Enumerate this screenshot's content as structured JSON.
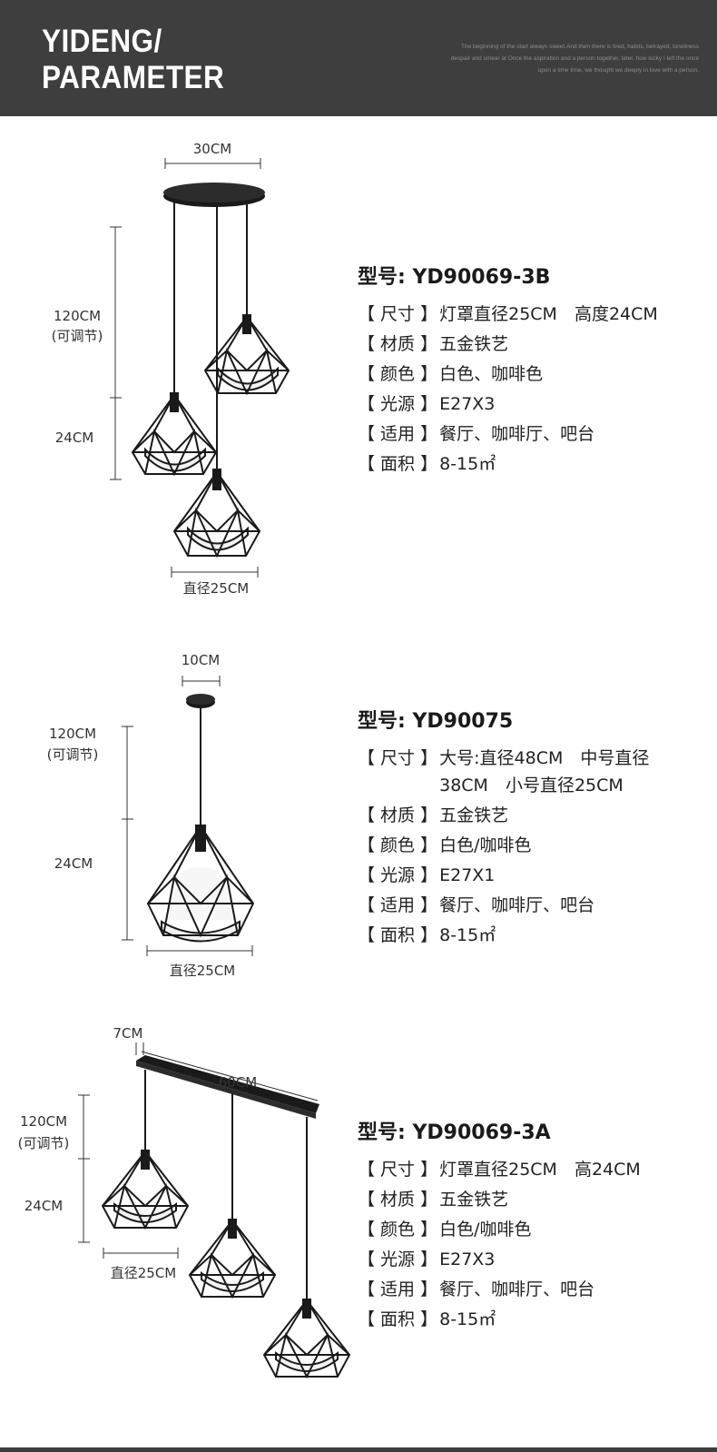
{
  "header": {
    "brand_line1": "YIDENG/",
    "brand_line2": "PARAMETER",
    "tagline": [
      "The beginning of the start always sweet.And then there is tired, habits, betrayed, loneliness",
      "despair and smear at Once the aspiration and a person together, later, how lucky I left the once",
      "upon a time time, we thought we deeply in love with a person."
    ]
  },
  "colors": {
    "header_bg": "#3e3e3e",
    "text": "#222222",
    "metal": "#1a1a1a",
    "shade": "#f2f2f2"
  },
  "products": [
    {
      "dims": {
        "top": "30CM",
        "height": "120CM",
        "adjustable": "(可调节)",
        "shade_h": "24CM",
        "diameter": "直径25CM"
      },
      "model_label": "型号:",
      "model": "YD90069-3B",
      "specs": [
        {
          "label": "尺寸",
          "value": "灯罩直径25CM　高度24CM"
        },
        {
          "label": "材质",
          "value": "五金铁艺"
        },
        {
          "label": "颜色",
          "value": "白色、咖啡色"
        },
        {
          "label": "光源",
          "value": "E27X3"
        },
        {
          "label": "适用",
          "value": "餐厅、咖啡厅、吧台"
        },
        {
          "label": "面积",
          "value": "8-15㎡"
        }
      ]
    },
    {
      "dims": {
        "top": "10CM",
        "height": "120CM",
        "adjustable": "(可调节)",
        "shade_h": "24CM",
        "diameter": "直径25CM"
      },
      "model_label": "型号:",
      "model": "YD90075",
      "specs": [
        {
          "label": "尺寸",
          "value": "大号:直径48CM　中号直径",
          "value2": "38CM　小号直径25CM"
        },
        {
          "label": "材质",
          "value": "五金铁艺"
        },
        {
          "label": "颜色",
          "value": "白色/咖啡色"
        },
        {
          "label": "光源",
          "value": "E27X1"
        },
        {
          "label": "适用",
          "value": "餐厅、咖啡厅、吧台"
        },
        {
          "label": "面积",
          "value": "8-15㎡"
        }
      ]
    },
    {
      "dims": {
        "top": "7CM",
        "length": "60CM",
        "height": "120CM",
        "adjustable": "(可调节)",
        "shade_h": "24CM",
        "diameter": "直径25CM"
      },
      "model_label": "型号:",
      "model": "YD90069-3A",
      "specs": [
        {
          "label": "尺寸",
          "value": "灯罩直径25CM　高24CM"
        },
        {
          "label": "材质",
          "value": "五金铁艺"
        },
        {
          "label": "颜色",
          "value": "白色/咖啡色"
        },
        {
          "label": "光源",
          "value": "E27X3"
        },
        {
          "label": "适用",
          "value": "餐厅、咖啡厅、吧台"
        },
        {
          "label": "面积",
          "value": "8-15㎡"
        }
      ]
    }
  ]
}
